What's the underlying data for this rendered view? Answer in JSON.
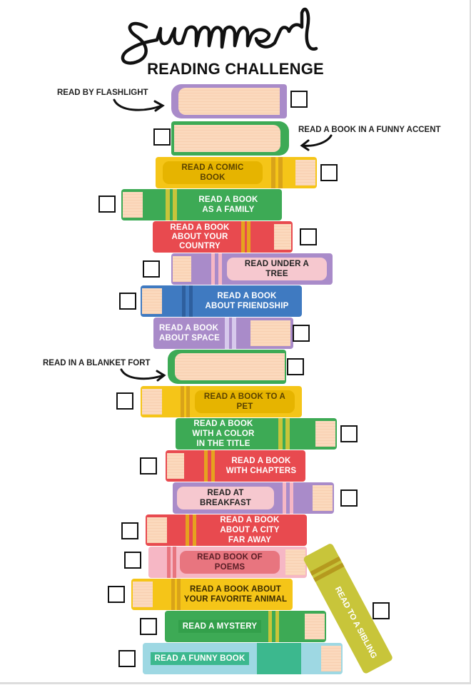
{
  "header": {
    "script_title": "Summer",
    "subtitle": "READING CHALLENGE"
  },
  "colors": {
    "green": "#3daa55",
    "yellow": "#f5c518",
    "red": "#e84a4f",
    "purple": "#a98bc9",
    "blue": "#3f7ac1",
    "pink": "#f6b7c5",
    "teal": "#9ed8e3",
    "olive": "#c8c53a",
    "pages": "#fbd9bd"
  },
  "side_labels": {
    "flashlight": "READ BY FLASHLIGHT",
    "funny_accent": "READ A BOOK IN A FUNNY ACCENT",
    "blanket_fort": "READ IN A BLANKET FORT"
  },
  "books": [
    {
      "id": "comic",
      "label": "READ A COMIC BOOK"
    },
    {
      "id": "family",
      "label": "READ A BOOK AS A FAMILY"
    },
    {
      "id": "country",
      "label": "READ A BOOK ABOUT YOUR COUNTRY"
    },
    {
      "id": "tree",
      "label": "READ UNDER A TREE"
    },
    {
      "id": "friendship",
      "label": "READ A BOOK ABOUT FRIENDSHIP"
    },
    {
      "id": "space",
      "label": "READ A BOOK ABOUT SPACE"
    },
    {
      "id": "pet",
      "label": "READ A BOOK TO A PET"
    },
    {
      "id": "color",
      "label": "READ A BOOK WITH A COLOR IN THE TITLE"
    },
    {
      "id": "chapters",
      "label": "READ A BOOK WITH CHAPTERS"
    },
    {
      "id": "breakfast",
      "label": "READ AT BREAKFAST"
    },
    {
      "id": "city",
      "label": "READ A BOOK ABOUT A CITY FAR AWAY"
    },
    {
      "id": "poems",
      "label": "READ BOOK OF POEMS"
    },
    {
      "id": "animal",
      "label": "READ A BOOK ABOUT YOUR FAVORITE ANIMAL"
    },
    {
      "id": "mystery",
      "label": "READ A MYSTERY"
    },
    {
      "id": "funny",
      "label": "READ A FUNNY BOOK"
    },
    {
      "id": "sibling",
      "label": "READ TO A SIBLING"
    }
  ],
  "book_lines": {
    "family": [
      "READ A BOOK",
      "AS A FAMILY"
    ],
    "country": [
      "READ A BOOK",
      "ABOUT YOUR",
      "COUNTRY"
    ],
    "friendship": [
      "READ A BOOK",
      "ABOUT FRIENDSHIP"
    ],
    "space": [
      "READ A BOOK",
      "ABOUT SPACE"
    ],
    "color": [
      "READ A BOOK",
      "WITH A COLOR",
      "IN THE TITLE"
    ],
    "chapters": [
      "READ A BOOK",
      "WITH CHAPTERS"
    ],
    "city": [
      "READ A BOOK",
      "ABOUT A CITY",
      "FAR AWAY"
    ],
    "animal": [
      "READ A BOOK ABOUT",
      "YOUR FAVORITE ANIMAL"
    ]
  }
}
